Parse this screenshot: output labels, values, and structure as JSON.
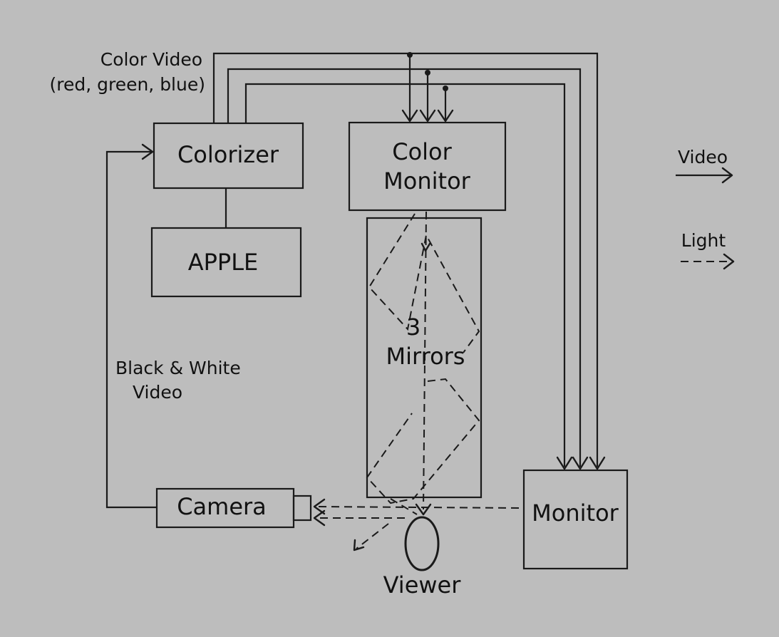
{
  "blocks": {
    "colorizer": "Colorizer",
    "apple": "APPLE",
    "color_monitor_line1": "Color",
    "color_monitor_line2": "Monitor",
    "mirrors_line1": "3",
    "mirrors_line2": "Mirrors",
    "camera": "Camera",
    "monitor": "Monitor",
    "viewer": "Viewer"
  },
  "signals": {
    "color_video_line1": "Color Video",
    "color_video_line2": "(red, green, blue)",
    "bw_video_line1": "Black & White",
    "bw_video_line2": "Video"
  },
  "legend": {
    "video": "Video",
    "light": "Light"
  }
}
